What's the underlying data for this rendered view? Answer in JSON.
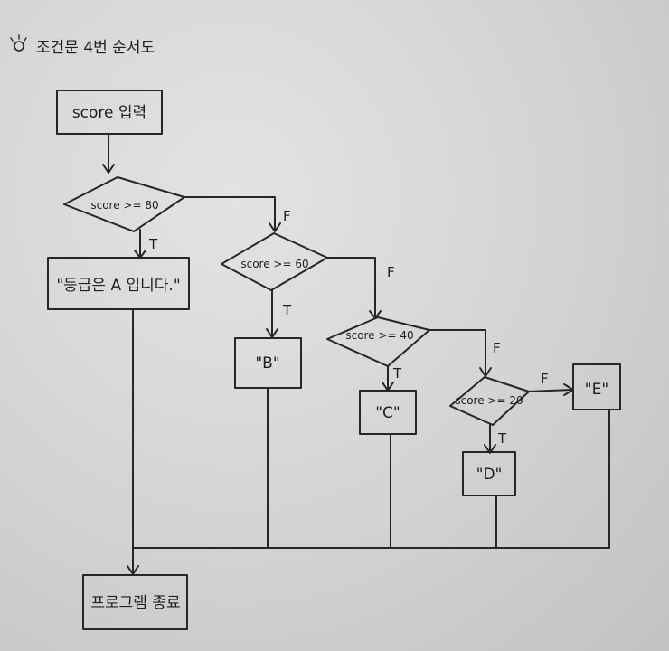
{
  "header": {
    "icon": "lightbulb-icon",
    "title": "조건문 4번 순서도"
  },
  "nodes": {
    "start": "score 입력",
    "dec80": "score >= 80",
    "grade_a": "\"등급은 A 입니다.\"",
    "dec60": "score >= 60",
    "grade_b": "\"B\"",
    "dec40": "score >= 40",
    "grade_c": "\"C\"",
    "dec20": "score >= 20",
    "grade_d": "\"D\"",
    "grade_e": "\"E\"",
    "end": "프로그램 종료"
  },
  "branches": {
    "true": "T",
    "false": "F"
  },
  "colors": {
    "ink": "#262626",
    "paper": "#dddbd9"
  }
}
